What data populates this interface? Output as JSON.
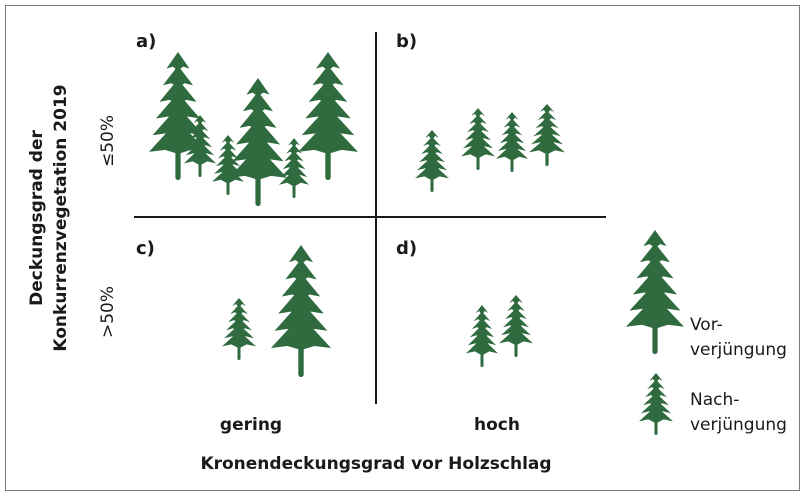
{
  "colors": {
    "tree": "#2f6b3f",
    "axis": "#1a1a1a",
    "frame": "#7a7a7a"
  },
  "y_axis": {
    "line1": "Deckungsgrad der",
    "line2": "Konkurrenzvegetation 2019"
  },
  "x_axis": {
    "title": "Kronendeckungsgrad vor Holzschlag"
  },
  "rows": {
    "top": "≤50%",
    "bottom": ">50%"
  },
  "columns": {
    "left": "gering",
    "right": "hoch"
  },
  "panels": {
    "a": "a)",
    "b": "b)",
    "c": "c)",
    "d": "d)"
  },
  "legend": {
    "vor_line1": "Vor-",
    "vor_line2": "verjüngung",
    "nach_line1": "Nach-",
    "nach_line2": "verjüngung",
    "vor_icon": "large-spruce-tree-icon",
    "nach_icon": "small-spruce-tree-icon"
  }
}
